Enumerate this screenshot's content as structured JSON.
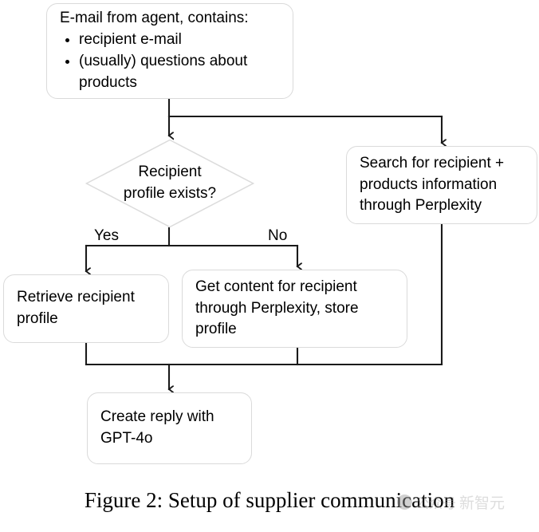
{
  "figure": {
    "caption": "Figure 2: Setup of supplier communication",
    "background_color": "#ffffff",
    "node_border_color": "#dadada",
    "connector_color": "#1a1a1a",
    "text_color": "#000000"
  },
  "nodes": {
    "email": {
      "heading": "E-mail from agent, contains:",
      "bullets": [
        "recipient e-mail",
        "(usually) questions about products"
      ]
    },
    "decision": {
      "line1": "Recipient",
      "line2": "profile exists?"
    },
    "search": {
      "text": "Search for recipient + products information through Perplexity"
    },
    "retrieve": {
      "text": "Retrieve recipient profile"
    },
    "get_content": {
      "text": "Get content for recipient through Perplexity, store profile"
    },
    "reply": {
      "text": "Create reply with GPT-4o"
    }
  },
  "edge_labels": {
    "yes": "Yes",
    "no": "No"
  },
  "watermark": {
    "prefix": "公众号",
    "brand": "新智元"
  }
}
